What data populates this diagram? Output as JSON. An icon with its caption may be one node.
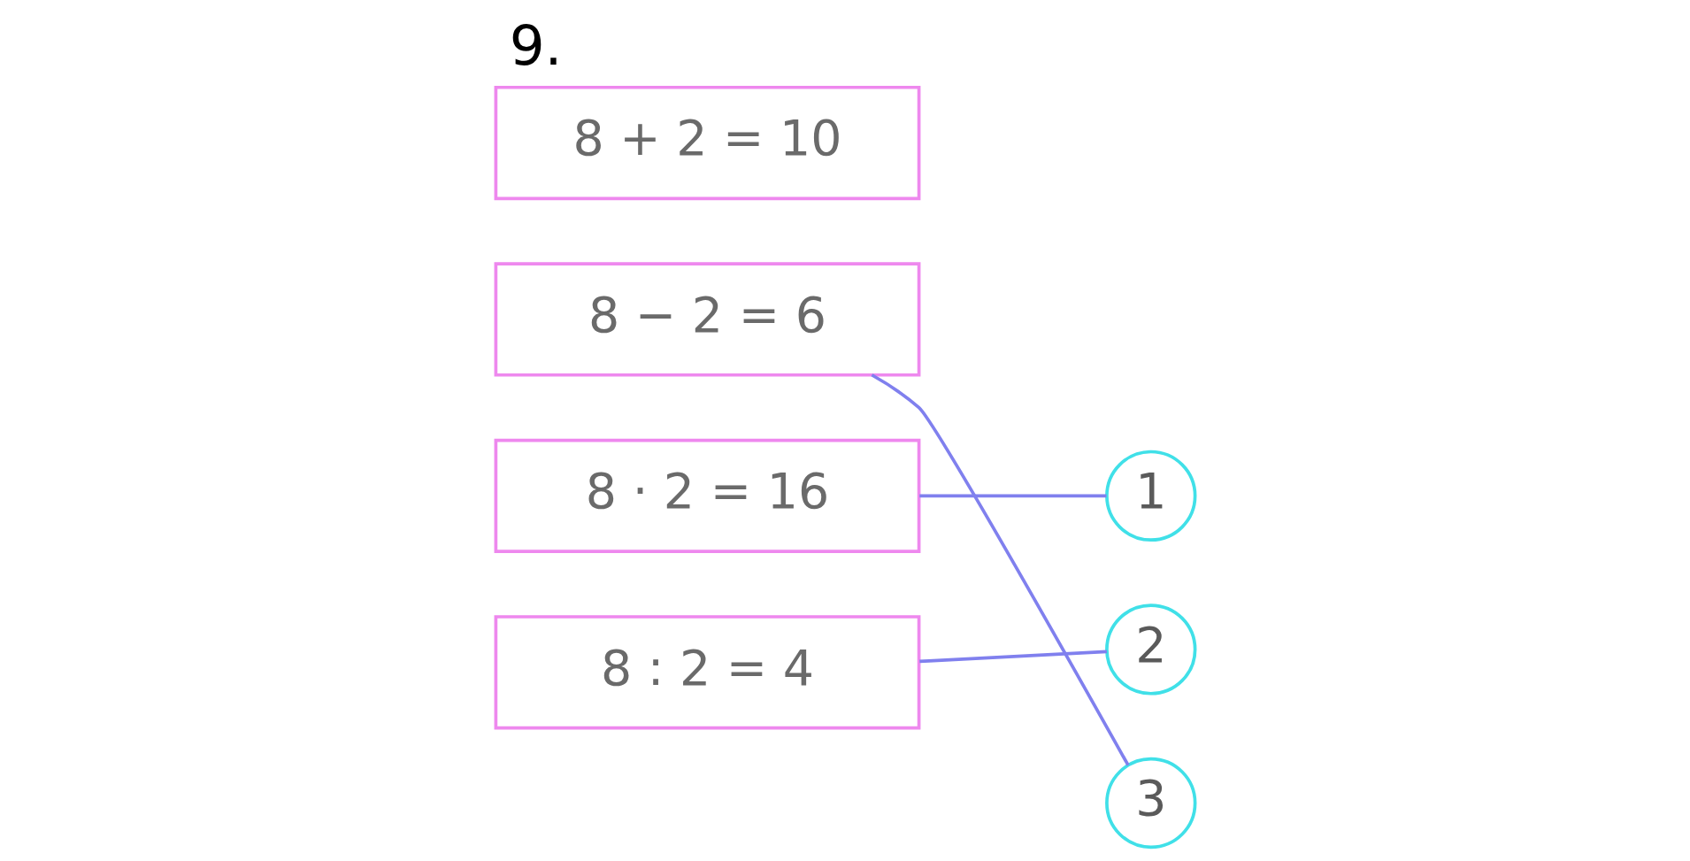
{
  "diagram": {
    "title": "9.",
    "nodes": [
      {
        "text": [
          "8 + 2 = 10"
        ]
      },
      {
        "text": [
          "8 − 2 = 6"
        ]
      },
      {
        "text": [
          "8 · 2 = 16"
        ]
      },
      {
        "text": [
          "8 : 2 = 4"
        ]
      },
      {
        "text": [
          "1"
        ]
      },
      {
        "text": [
          "2"
        ]
      },
      {
        "text": [
          "3"
        ]
      }
    ],
    "edges": [
      {
        "from": 2,
        "to": 4,
        "arrow": "none"
      },
      {
        "from": 1,
        "to": 6,
        "arrow": "none"
      },
      {
        "from": 3,
        "to": 5,
        "arrow": "none"
      }
    ]
  }
}
